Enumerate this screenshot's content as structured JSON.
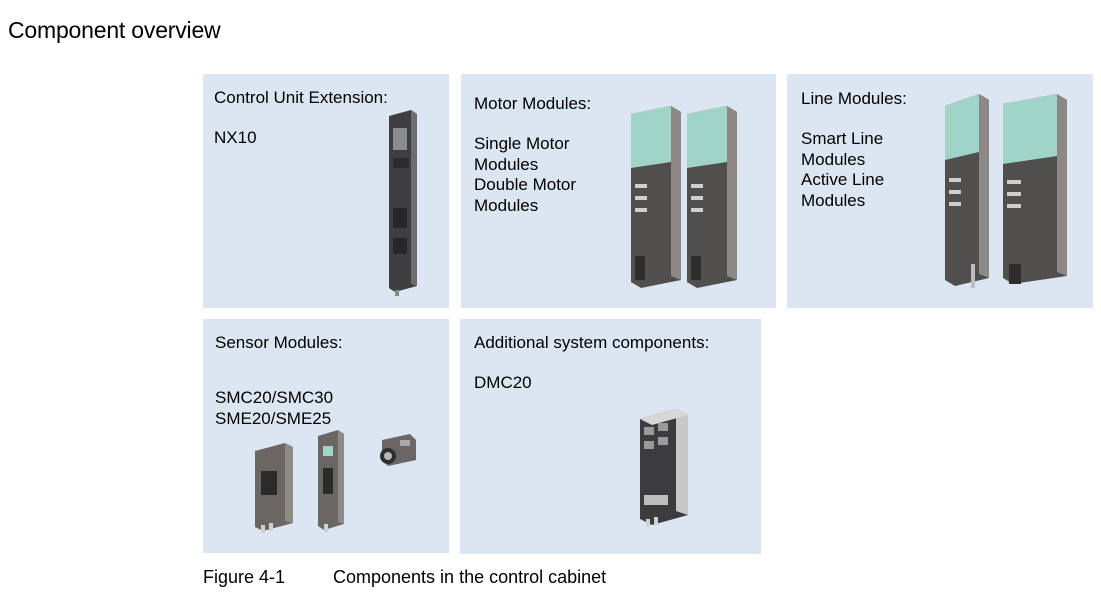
{
  "heading": "Component overview",
  "panels": [
    {
      "title": "Control Unit Extension:",
      "lines": [
        "NX10"
      ]
    },
    {
      "title": "Motor Modules:",
      "lines": [
        "Single Motor",
        "Modules",
        "Double Motor",
        "Modules"
      ]
    },
    {
      "title": "Line Modules:",
      "lines": [
        "Smart Line",
        "Modules",
        "Active Line",
        "Modules"
      ]
    },
    {
      "title": "Sensor Modules:",
      "lines": [
        "SMC20/SMC30",
        "SME20/SME25"
      ]
    },
    {
      "title": "Additional system components:",
      "lines": [
        "DMC20"
      ]
    }
  ],
  "caption": {
    "number": "Figure 4-1",
    "text": "Components in the control cabinet"
  },
  "colors": {
    "panel_background": "#dce6f2",
    "module_body": "#5a5856",
    "module_green": "#9fd4c6"
  }
}
